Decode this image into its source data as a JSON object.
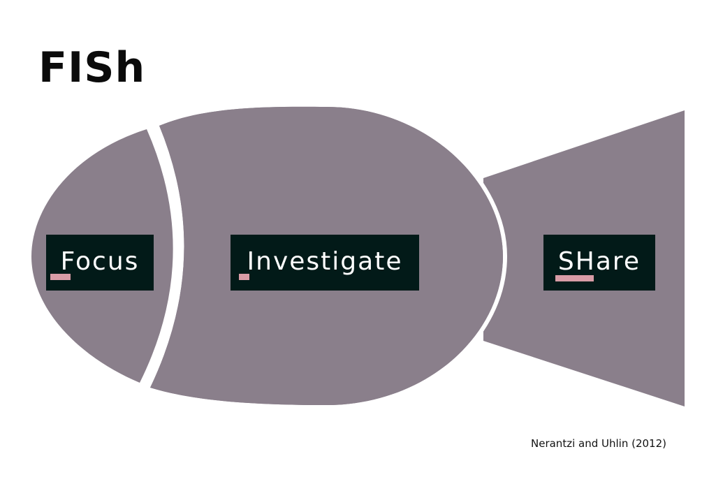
{
  "title": "FISh",
  "sections": [
    {
      "label": "Focus",
      "highlight": "F"
    },
    {
      "label": "Investigate",
      "highlight": "I"
    },
    {
      "label": "SHare",
      "highlight": "SH"
    }
  ],
  "citation": "Nerantzi and Uhlin (2012)",
  "colors": {
    "fish": "#8a7f8b",
    "label_bg": "#021a18",
    "underline": "#d89ca6"
  }
}
